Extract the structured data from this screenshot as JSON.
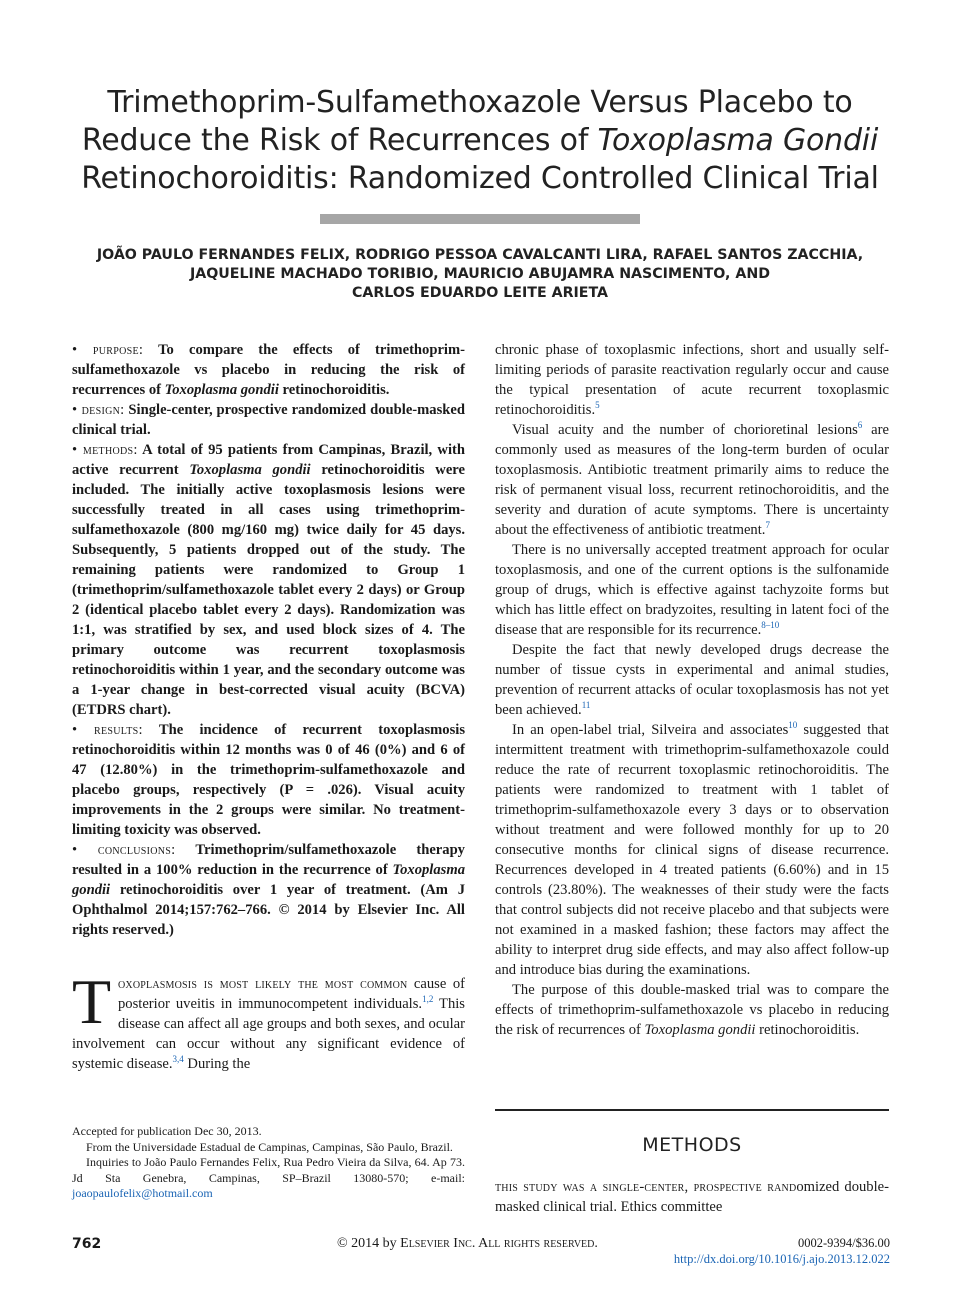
{
  "article": {
    "title_line1": "Trimethoprim-Sulfamethoxazole Versus Placebo to",
    "title_line2_prefix": "Reduce the Risk of Recurrences of ",
    "title_line2_italic": "Toxoplasma Gondii",
    "title_line3": "Retinochoroiditis: Randomized Controlled Clinical Trial",
    "authors_line1": "JOÃO PAULO FERNANDES FELIX, RODRIGO PESSOA CAVALCANTI LIRA, RAFAEL SANTOS ZACCHIA,",
    "authors_line2": "JAQUELINE MACHADO TORIBIO, MAURICIO ABUJAMRA NASCIMENTO, AND",
    "authors_line3": "CARLOS EDUARDO LEITE ARIETA"
  },
  "abstract": {
    "purpose_label": "• purpose:",
    "purpose_text_a": " To compare the effects of trimethoprim-sulfamethoxazole vs placebo in reducing the risk of recurrences of ",
    "purpose_italic": "Toxoplasma gondii",
    "purpose_text_b": " retinochoroiditis.",
    "design_label": "• design:",
    "design_text": " Single-center, prospective randomized double-masked clinical trial.",
    "methods_label": "• methods:",
    "methods_text_a": " A total of 95 patients from Campinas, Brazil, with active recurrent ",
    "methods_italic": "Toxoplasma gondii",
    "methods_text_b": " retinochoroiditis were included. The initially active toxoplasmosis lesions were successfully treated in all cases using trimethoprim-sulfamethoxazole (800 mg/160 mg) twice daily for 45 days. Subsequently, 5 patients dropped out of the study. The remaining patients were randomized to Group 1 (trimethoprim/sulfamethoxazole tablet every 2 days) or Group 2 (identical placebo tablet every 2 days). Randomization was 1:1, was stratified by sex, and used block sizes of 4. The primary outcome was recurrent toxoplasmosis retinochoroiditis within 1 year, and the secondary outcome was a 1-year change in best-corrected visual acuity (BCVA) (ETDRS chart).",
    "results_label": "• results:",
    "results_text": " The incidence of recurrent toxoplasmosis retinochoroiditis within 12 months was 0 of 46 (0%) and 6 of 47 (12.80%) in the trimethoprim-sulfamethoxazole and placebo groups, respectively (P = .026). Visual acuity improvements in the 2 groups were similar. No treatment-limiting toxicity was observed.",
    "conclusions_label": "• conclusions:",
    "conclusions_text_a": " Trimethoprim/sulfamethoxazole therapy resulted in a 100% reduction in the recurrence of ",
    "conclusions_italic": "Toxoplasma gondii",
    "conclusions_text_b": " retinochoroiditis over 1 year of treatment. (Am J Ophthalmol 2014;157:762–766. © 2014 by Elsevier Inc. All rights reserved.)"
  },
  "intro": {
    "dropcap": "T",
    "smallcaps": "oxoplasmosis is most likely the most common",
    "text_a": " cause of posterior uveitis in immunocompetent individuals.",
    "ref_a": "1,2",
    "text_b": " This disease can affect all age groups and both sexes, and ocular involvement can occur without any significant evidence of systemic disease.",
    "ref_b": "3,4",
    "text_c": " During the"
  },
  "right_column": {
    "p1_text": "chronic phase of toxoplasmic infections, short and usually self-limiting periods of parasite reactivation regularly occur and cause the typical presentation of acute recurrent toxoplasmic retinochoroiditis.",
    "p1_ref": "5",
    "p2_text_a": "Visual acuity and the number of chorioretinal lesions",
    "p2_ref_a": "6",
    "p2_text_b": " are commonly used as measures of the long-term burden of ocular toxoplasmosis. Antibiotic treatment primarily aims to reduce the risk of permanent visual loss, recurrent retinochoroiditis, and the severity and duration of acute symptoms. There is uncertainty about the effectiveness of antibiotic treatment.",
    "p2_ref_b": "7",
    "p3_text": "There is no universally accepted treatment approach for ocular toxoplasmosis, and one of the current options is the sulfonamide group of drugs, which is effective against tachyzoite forms but which has little effect on bradyzoites, resulting in latent foci of the disease that are responsible for its recurrence.",
    "p3_ref": "8–10",
    "p4_text": "Despite the fact that newly developed drugs decrease the number of tissue cysts in experimental and animal studies, prevention of recurrent attacks of ocular toxoplasmosis has not yet been achieved.",
    "p4_ref": "11",
    "p5_text_a": "In an open-label trial, Silveira and associates",
    "p5_ref": "10",
    "p5_text_b": " suggested that intermittent treatment with trimethoprim-sulfamethoxazole could reduce the rate of recurrent toxoplasmic retinochoroiditis. The patients were randomized to treatment with 1 tablet of trimethoprim-sulfamethoxazole every 3 days or to observation without treatment and were followed monthly for up to 20 consecutive months for clinical signs of disease recurrence. Recurrences developed in 4 treated patients (6.60%) and in 15 controls (23.80%). The weaknesses of their study were the facts that control subjects did not receive placebo and that subjects were not examined in a masked fashion; these factors may affect the ability to interpret drug side effects, and may also affect follow-up and introduce bias during the examinations.",
    "p6_text_a": "The purpose of this double-masked trial was to compare the effects of trimethoprim-sulfamethoxazole vs placebo in reducing the risk of recurrences of ",
    "p6_italic": "Toxoplasma gondii",
    "p6_text_b": " retinochoroiditis."
  },
  "methods_section": {
    "heading": "METHODS",
    "smallcaps": "this study was a single-center, prospective rand",
    "text": "omized double-masked clinical trial. Ethics committee"
  },
  "footnotes": {
    "accepted": "Accepted for publication Dec 30, 2013.",
    "from": "From the Universidade Estadual de Campinas, Campinas, São Paulo, Brazil.",
    "inquiries": "Inquiries to João Paulo Fernandes Felix, Rua Pedro Vieira da Silva, 64. Ap 73. Jd Sta Genebra, Campinas, SP–Brazil 13080-570; e-mail:",
    "email": "joaopaulofelix@hotmail.com"
  },
  "footer": {
    "page_number": "762",
    "copyright_symbol": "© 2014 by ",
    "copyright_text": "Elsevier Inc. All rights reserved.",
    "issn": "0002-9394/$36.00",
    "doi": "http://dx.doi.org/10.1016/j.ajo.2013.12.022"
  }
}
